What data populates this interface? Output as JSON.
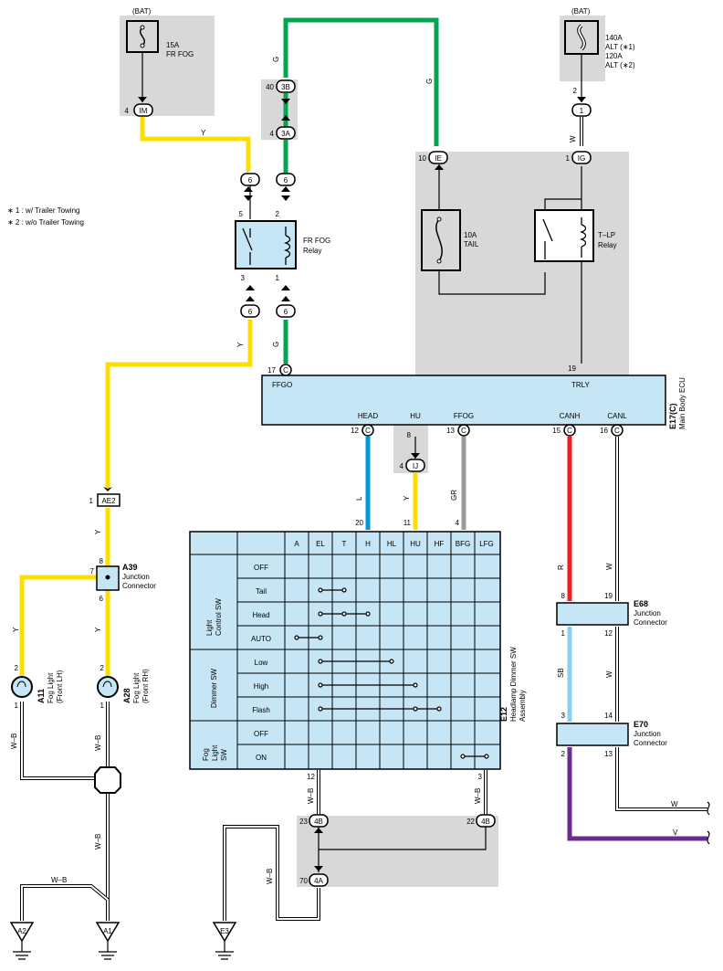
{
  "colors": {
    "yellow": "#ffdd00",
    "green": "#00a651",
    "blue": "#0099dd",
    "gray_wire": "#999999",
    "red": "#ee1c24",
    "light_blue": "#88d0ee",
    "purple": "#6b2c91",
    "ecu_fill": "#c6e6f5",
    "shade": "#d8d8d8"
  },
  "legend": {
    "note1": "∗ 1 : w/ Trailer Towing",
    "note2": "∗ 2 : w/o Trailer Towing"
  },
  "power": {
    "bat_left": "(BAT)",
    "bat_right": "(BAT)",
    "fuse_frfog_amp": "15A",
    "fuse_frfog_name": "FR FOG",
    "alt_line1": "140A",
    "alt_line2": "ALT (∗1)",
    "alt_line3": "120A",
    "alt_line4": "ALT (∗2)",
    "fuse_tail_amp": "10A",
    "fuse_tail_name": "TAIL"
  },
  "relays": {
    "frfog_line1": "FR FOG",
    "frfog_line2": "Relay",
    "tlp_line1": "T–LP",
    "tlp_line2": "Relay"
  },
  "connectors": {
    "im": "IM",
    "im_pin": "4",
    "b3": "3B",
    "b3_pin": "40",
    "a3": "3A",
    "a3_pin": "4",
    "c6": "6",
    "ie": "IE",
    "ie_pin": "10",
    "ig": "IG",
    "ig_pin": "1",
    "one": "1",
    "one_pin": "2",
    "c": "C",
    "ij": "IJ",
    "ij_pin": "4",
    "ij_top": "8",
    "ae2": "AE2",
    "ae2_pin": "1",
    "b4": "4B",
    "a4": "4A",
    "b4_left_pin": "23",
    "b4_right_pin": "22",
    "a4_pin": "70"
  },
  "pins": {
    "relay5": "5",
    "relay2": "2",
    "relay3": "3",
    "relay1": "1",
    "ecu17": "17",
    "ecu19": "19",
    "ecu12": "12",
    "ecu13": "13",
    "ecu15": "15",
    "ecu16": "16",
    "sw20": "20",
    "sw11": "11",
    "sw4": "4",
    "sw12": "12",
    "sw3": "3",
    "a39_8": "8",
    "a39_7": "7",
    "a39_6": "6",
    "fog2a": "2",
    "fog1a": "1",
    "fog2b": "2",
    "fog1b": "1",
    "e68_8": "8",
    "e68_19": "19",
    "e68_1": "1",
    "e68_12": "12",
    "e70_3": "3",
    "e70_14": "14",
    "e70_2": "2",
    "e70_13": "13"
  },
  "wires": {
    "y": "Y",
    "g": "G",
    "w": "W",
    "l": "L",
    "gr": "GR",
    "r": "R",
    "sb": "SB",
    "wb": "W–B",
    "v": "V"
  },
  "ecu": {
    "ffgo": "FFGO",
    "trly": "TRLY",
    "head": "HEAD",
    "hu": "HU",
    "ffog": "FFOG",
    "canh": "CANH",
    "canl": "CANL",
    "code": "E17(C)",
    "name": "Main Body ECU"
  },
  "switch": {
    "code": "E12",
    "name_line1": "Headlamp Dimmer SW",
    "name_line2": "Assembly",
    "columns": [
      "A",
      "EL",
      "T",
      "H",
      "HL",
      "HU",
      "HF",
      "BFG",
      "LFG"
    ],
    "groups": [
      {
        "label1": "Light",
        "label2": "Control SW",
        "rows": [
          "OFF",
          "Tail",
          "Head",
          "AUTO"
        ]
      },
      {
        "label1": "",
        "label2": "Dimmer SW",
        "rows": [
          "Low",
          "High",
          "Flash"
        ]
      },
      {
        "label1": "Fog",
        "label2": "Light",
        "label3": "SW",
        "rows": [
          "OFF",
          "ON"
        ]
      }
    ]
  },
  "components": {
    "a39_code": "A39",
    "a39_l1": "Junction",
    "a39_l2": "Connector",
    "a11_code": "A11",
    "a11_l1": "Fog Light",
    "a11_l2": "(Front LH)",
    "a28_code": "A28",
    "a28_l1": "Fog Light",
    "a28_l2": "(Front RH)",
    "e68_code": "E68",
    "e68_l1": "Junction",
    "e68_l2": "Connector",
    "e70_code": "E70",
    "e70_l1": "Junction",
    "e70_l2": "Connector"
  },
  "grounds": {
    "a2": "A2",
    "a1": "A1",
    "e3": "E3"
  }
}
